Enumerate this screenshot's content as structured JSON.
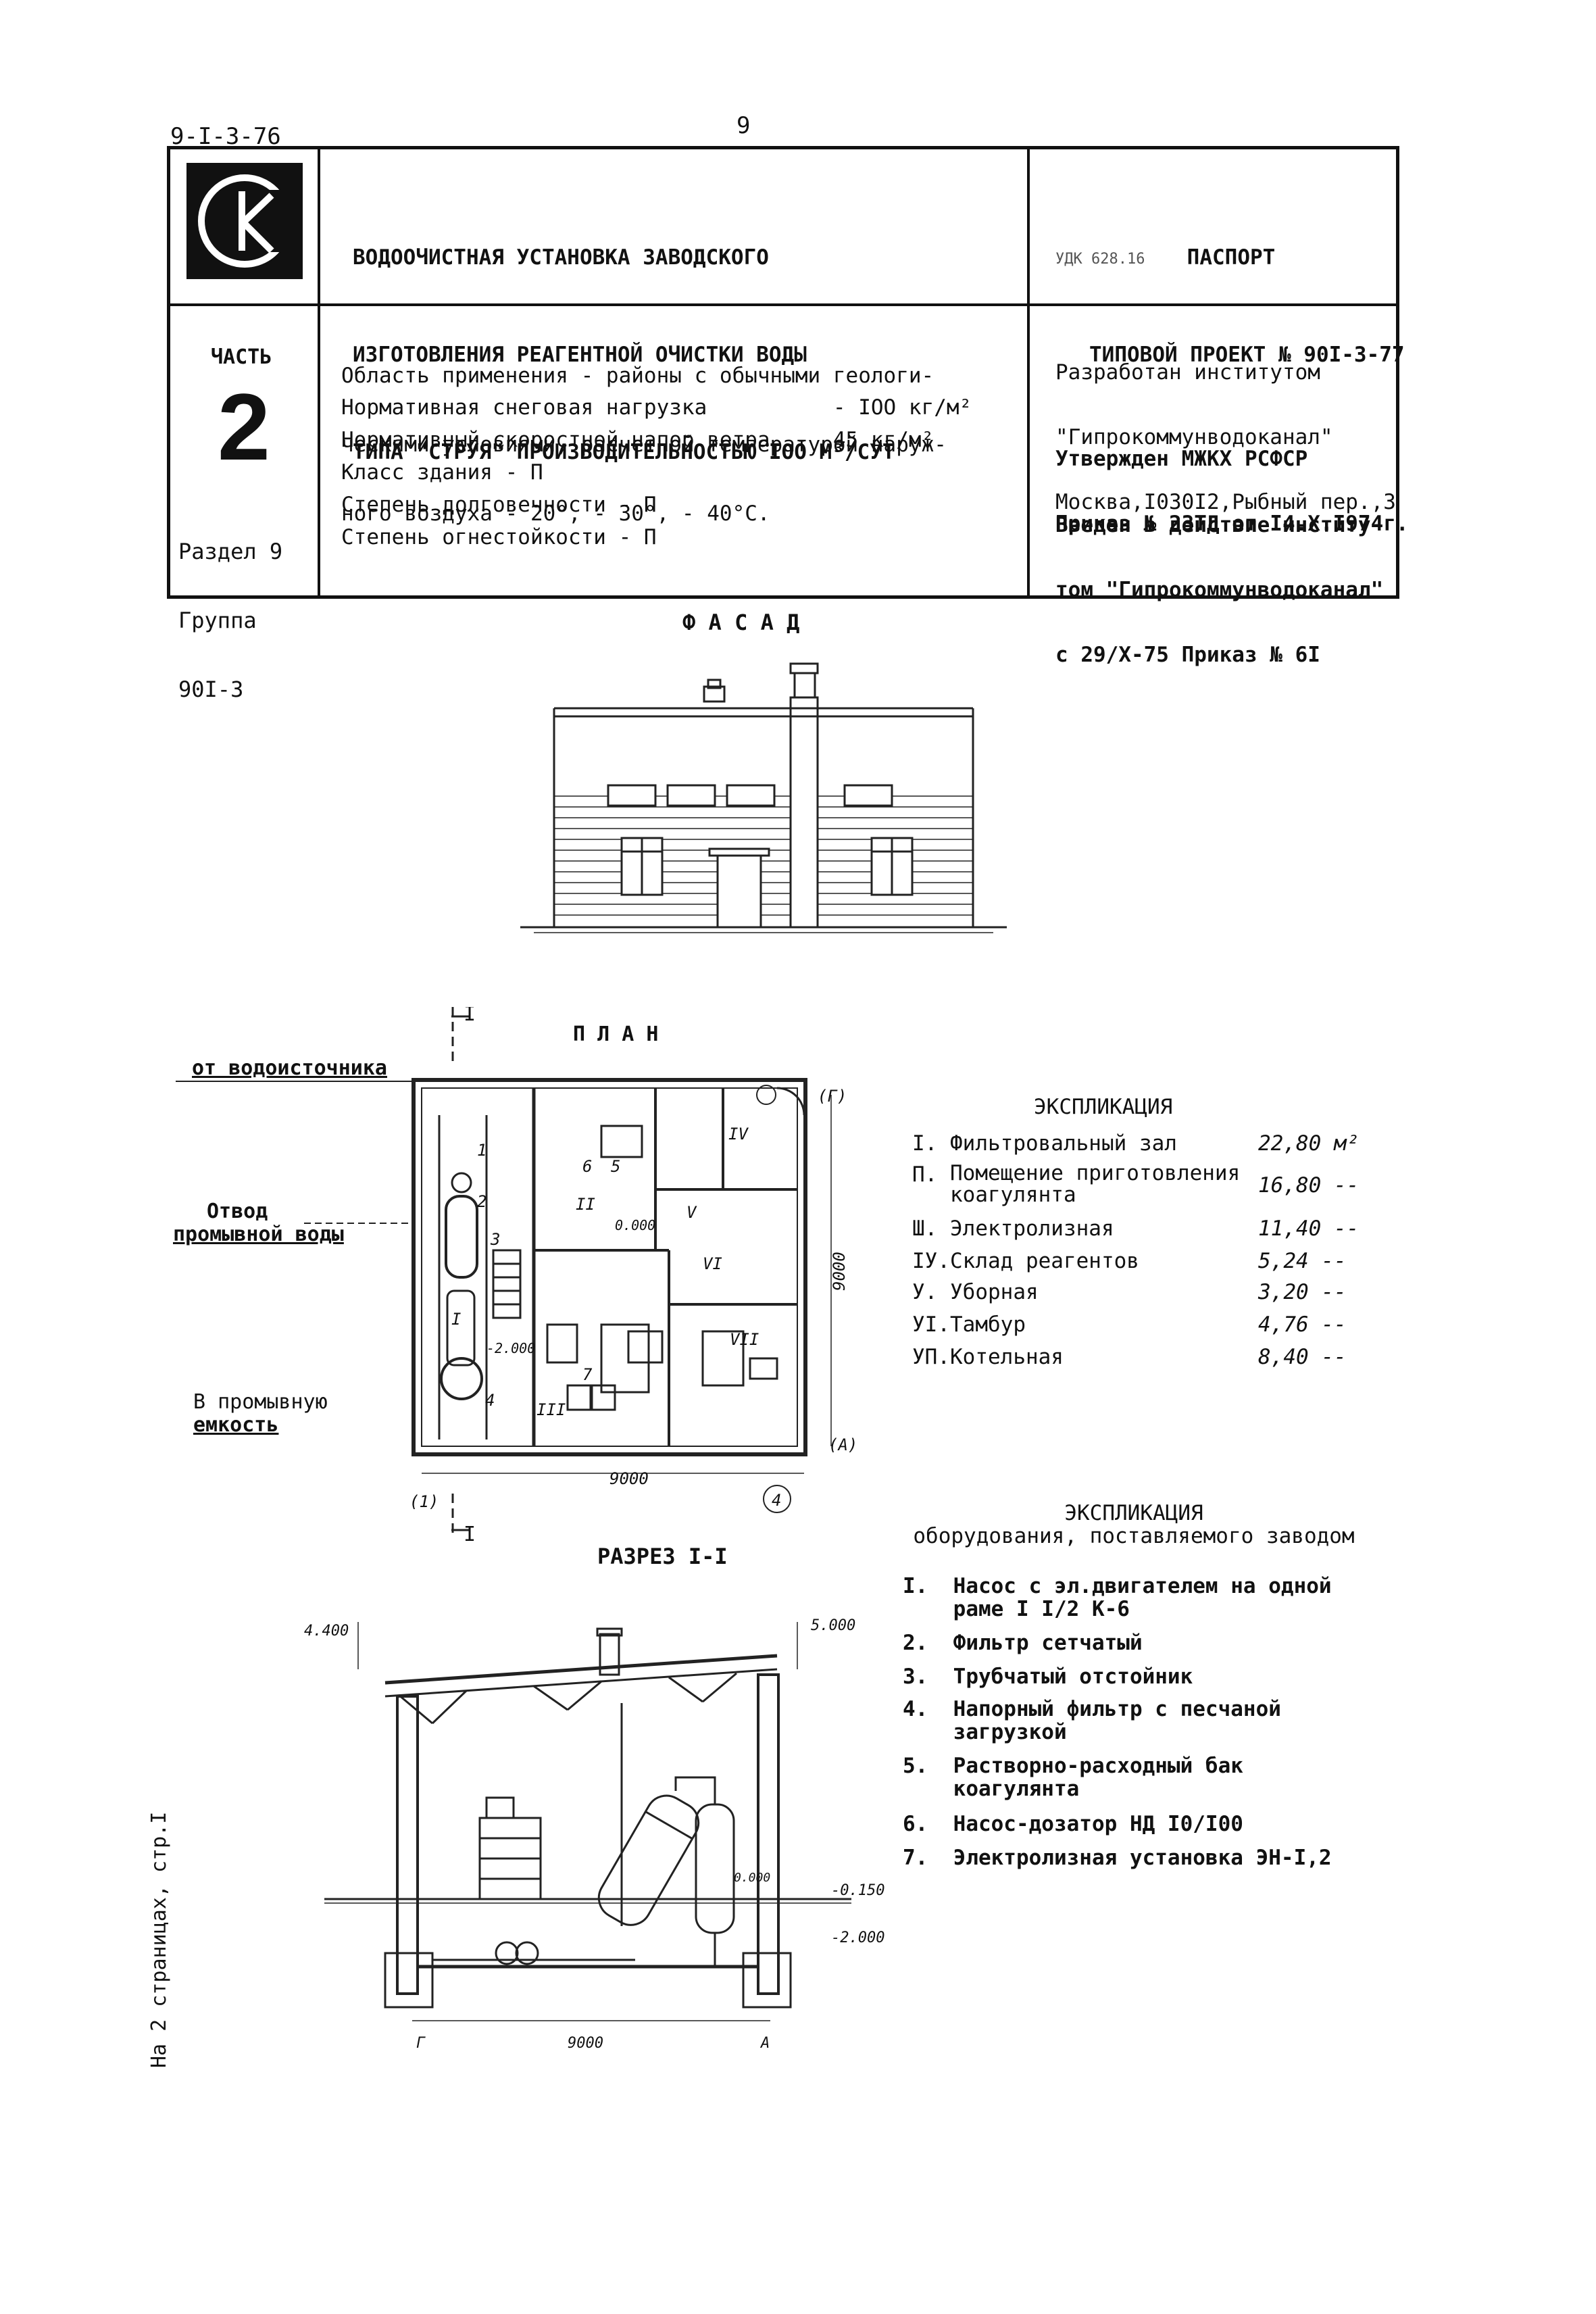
{
  "doc_code": "9-I-3-76",
  "page_number": "9",
  "header": {
    "title_lines": [
      "ВОДООЧИСТНАЯ УСТАНОВКА ЗАВОДСКОГО",
      "ИЗГОТОВЛЕНИЯ РЕАГЕНТНОЙ ОЧИСТКИ ВОДЫ",
      "ТИПА \"СТРУЯ\" ПРОИЗВОДИТЕЛЬНОСТЬЮ IOO М³/СУТ"
    ],
    "passport_lines": [
      "ПАСПОРТ",
      "ТИПОВОЙ ПРОЕКТ № 90I-3-77"
    ],
    "udk": "УДК 628.16",
    "part_label": "ЧАСТЬ",
    "part_number": "2",
    "section_lines": [
      "Раздел 9",
      "Группа",
      "90I-3"
    ],
    "application_lines": [
      "Область применения - районы с обычными геологи-",
      "ческими условиями, расчетной температурой наруж-",
      "ного воздуха - 20°, - 30°, - 40°С."
    ],
    "snow_load": "Нормативная снеговая нагрузка          - IOO кг/м²",
    "wind_load": "Нормативный скоростной напор ветра  -  45 кг/м²",
    "building_class": "Класс здания - П",
    "durability": "Степень долговечности - П",
    "fire_resistance": "Степень огнестойкости - П",
    "developer_lines": [
      "Разработан институтом",
      "\"Гипрокоммунводоканал\"",
      "Москва,I030I2,Рыбный пер.,3"
    ],
    "approved_lines": [
      "Утвержден МЖКХ РСФСР",
      "Приказ № 23ТД от I4.X.I974г."
    ],
    "enacted_lines": [
      "Введен в действие институ-",
      "том \"Гипрокоммунводоканал\"",
      "с 29/X-75 Приказ № 6I"
    ]
  },
  "facade_title": "Ф А С А Д",
  "plan": {
    "title": "П Л А Н",
    "section_mark": "I",
    "from_source": "от водоисточника",
    "drain": [
      "Отвод",
      "промывной воды"
    ],
    "to_tank": [
      "В промывную",
      "емкость"
    ],
    "dim_9000_h": "9000",
    "dim_9000_v": "9000",
    "level_0": "0.000",
    "level_m2": "-2.000",
    "axis_g": "(Г)",
    "axis_a": "(А)",
    "axis_1": "(1)",
    "axis_4": "4",
    "room_marks": [
      "I",
      "II",
      "III",
      "IV",
      "V",
      "VI",
      "VII"
    ],
    "equip_marks": [
      "1",
      "2",
      "3",
      "4",
      "5",
      "6",
      "7"
    ]
  },
  "section": {
    "title": "РАЗРЕЗ I-I",
    "level_4400": "4.400",
    "level_5000": "5.000",
    "level_0150": "-0.150",
    "level_m2000": "-2.000",
    "level_0000": "0.000",
    "dim_9000": "9000",
    "axis_g": "Г",
    "axis_a": "А"
  },
  "explication": {
    "title": "ЭКСПЛИКАЦИЯ",
    "items": [
      {
        "num": "I.",
        "name": "Фильтровальный зал",
        "area": "22,80 м²"
      },
      {
        "num": "П.",
        "name": "Помещение приготовления\nкоагулянта",
        "area": "16,80 --"
      },
      {
        "num": "Ш.",
        "name": "Электролизная",
        "area": "11,40 --"
      },
      {
        "num": "IУ.",
        "name": "Склад реагентов",
        "area": "5,24 --"
      },
      {
        "num": "У.",
        "name": "Уборная",
        "area": "3,20 --"
      },
      {
        "num": "УI.",
        "name": "Тамбур",
        "area": "4,76 --"
      },
      {
        "num": "УП.",
        "name": "Котельная",
        "area": "8,40 --"
      }
    ]
  },
  "equipment_explication": {
    "title_lines": [
      "ЭКСПЛИКАЦИЯ",
      "оборудования, поставляемого заводом"
    ],
    "items": [
      "I.  Насос с эл.двигателем на одной\n    раме I I/2 К-6",
      "2.  Фильтр сетчатый",
      "3.  Трубчатый отстойник",
      "4.  Напорный фильтр с песчаной\n    загрузкой",
      "5.  Растворно-расходный бак\n    коагулянта",
      "6.  Насос-дозатор НД I0/I00",
      "7.  Электролизная установка ЭН-I,2"
    ]
  },
  "footer_rotated": "На 2 страницах, стр.I"
}
